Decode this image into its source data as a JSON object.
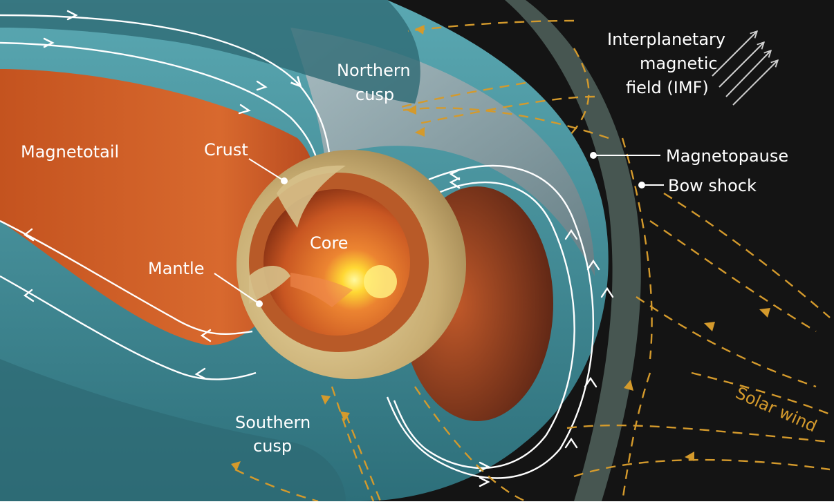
{
  "labels": {
    "interplanetary_line1": "Interplanetary",
    "interplanetary_line2": "magnetic",
    "interplanetary_line3": "field (IMF)",
    "northern_cusp_line1": "Northern",
    "northern_cusp_line2": "cusp",
    "magnetotail": "Magnetotail",
    "crust": "Crust",
    "magnetopause": "Magnetopause",
    "bow_shock": "Bow shock",
    "core": "Core",
    "mantle": "Mantle",
    "southern_cusp_line1": "Southern",
    "southern_cusp_line2": "cusp",
    "solar_wind": "Solar wind"
  },
  "colors": {
    "space": "#141414",
    "field_line": "#ffffff",
    "solar_wind": "#d49a2c",
    "magnetosphere_teal": "#3d8b97",
    "tail_orange": "#d4622a",
    "crust": "#d6c08a",
    "core_glow": "#ffe630",
    "label": "#ffffff"
  }
}
